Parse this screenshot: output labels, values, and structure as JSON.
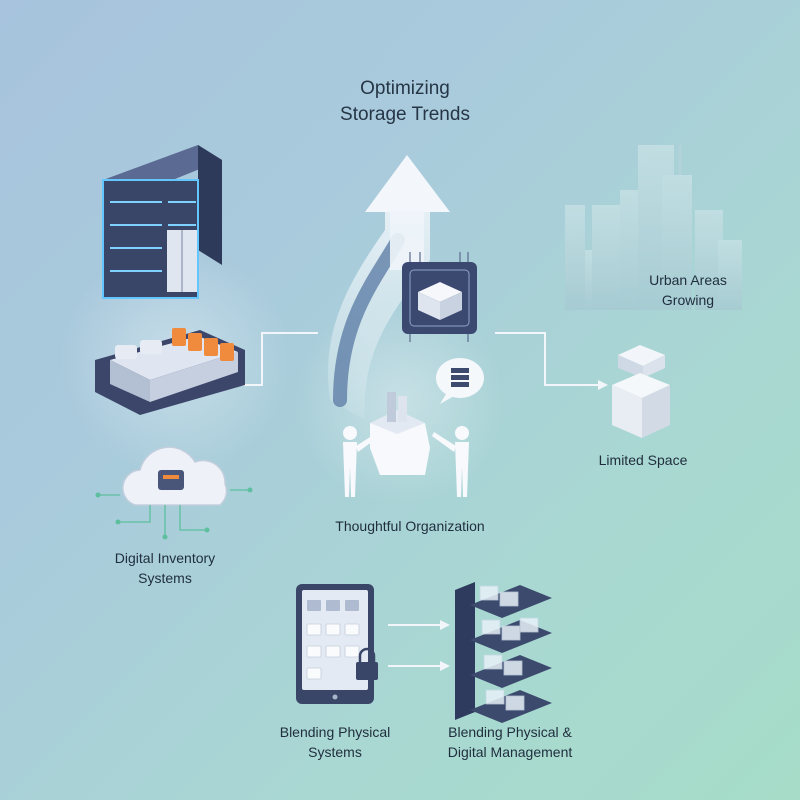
{
  "title": {
    "line1": "Optimizing",
    "line2": "Storage Trends"
  },
  "labels": {
    "urban": {
      "line1": "Urban Areas",
      "line2": "Growing"
    },
    "limited_space": "Limited Space",
    "thoughtful": "Thoughtful Organization",
    "digital_inventory": {
      "line1": "Digital Inventory",
      "line2": "Systems"
    },
    "blending_physical": {
      "line1": "Blending Physical",
      "line2": "Systems"
    },
    "blending_mgmt": {
      "line1": "Blending Physical &",
      "line2": "Digital Management"
    }
  },
  "colors": {
    "navy": "#3c4a6e",
    "glow": "#63c6ff",
    "orange": "#f08a3c",
    "arrow_fill": "#e8f1f8"
  },
  "icons": [
    "bookshelf-icon",
    "sofa-bed-icon",
    "cloud-inventory-icon",
    "upward-arrow-icon",
    "package-chip-icon",
    "people-box-icon",
    "speech-bubble-icon",
    "city-skyline-icon",
    "puzzle-blocks-icon",
    "tablet-folders-icon",
    "lock-icon",
    "shelf-rack-icon"
  ]
}
